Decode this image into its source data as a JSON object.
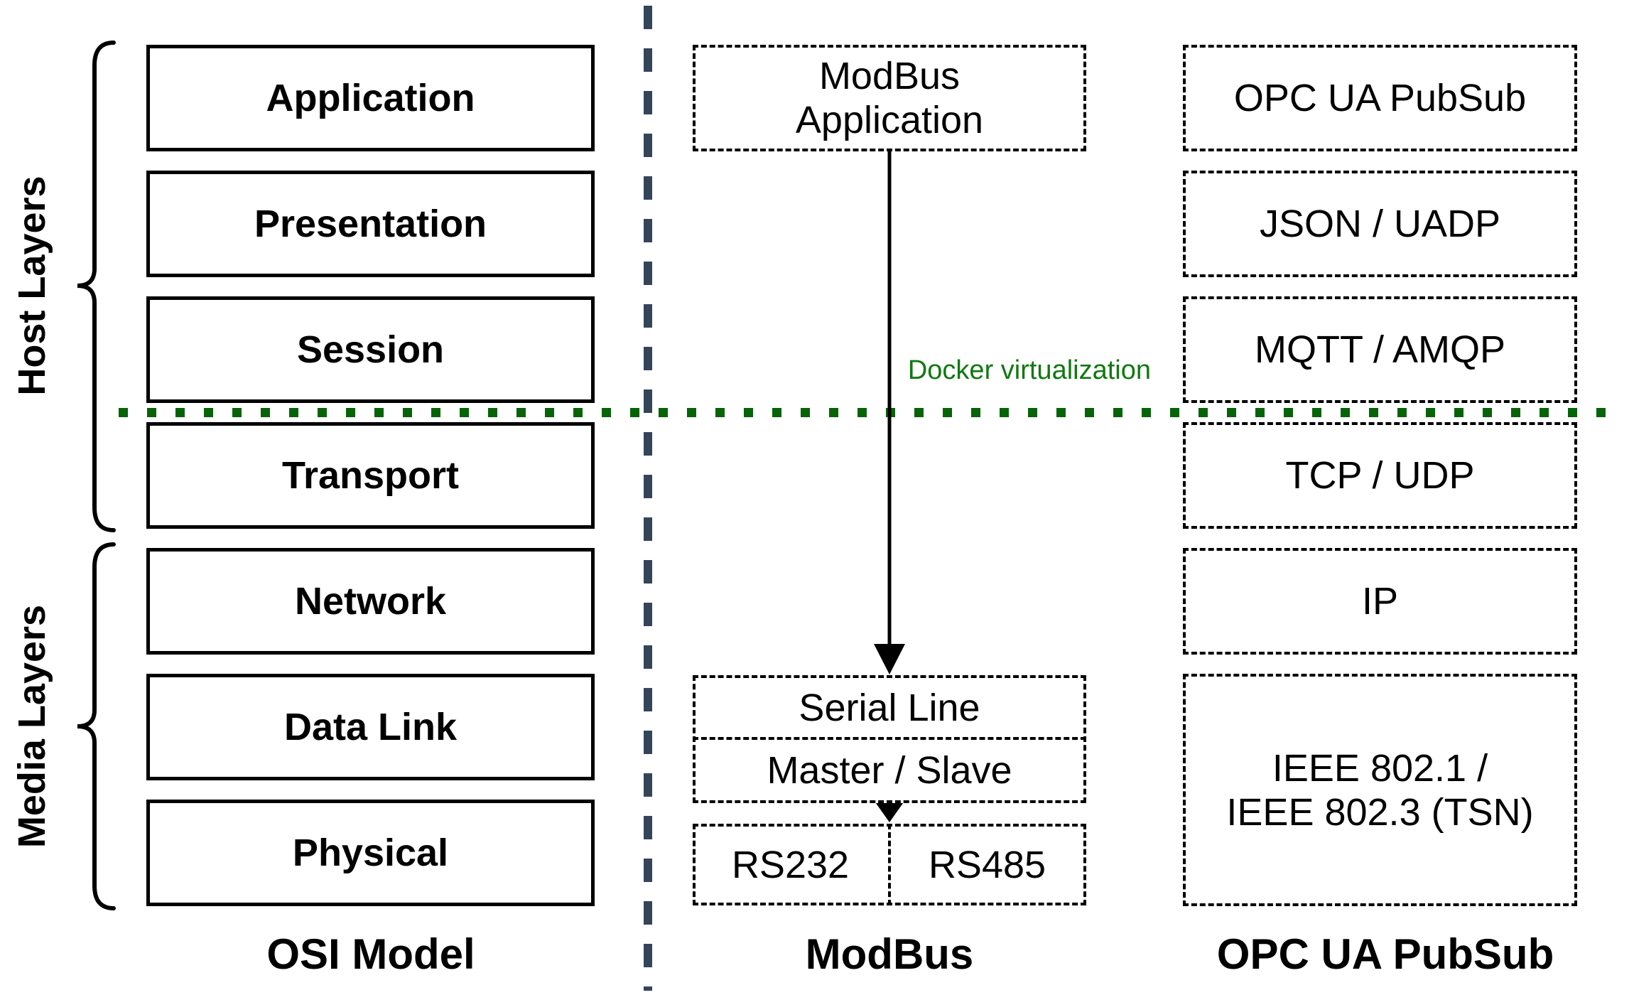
{
  "colors": {
    "divider": "#34455a",
    "dots": "#076307",
    "docker_text": "#117811",
    "stroke": "#000000"
  },
  "side_labels": {
    "host": "Host Layers",
    "media": "Media Layers"
  },
  "docker_label": "Docker virtualization",
  "columns": {
    "osi": {
      "label": "OSI Model",
      "layers": [
        "Application",
        "Presentation",
        "Session",
        "Transport",
        "Network",
        "Data Link",
        "Physical"
      ]
    },
    "modbus": {
      "label": "ModBus",
      "application": [
        "ModBus",
        "Application"
      ],
      "serial_line": "Serial Line",
      "master_slave": "Master / Slave",
      "rs232": "RS232",
      "rs485": "RS485"
    },
    "opcua": {
      "label": "OPC UA PubSub",
      "stack": [
        "OPC UA PubSub",
        "JSON / UADP",
        "MQTT / AMQP",
        "TCP / UDP",
        "IP"
      ],
      "ieee": [
        "IEEE 802.1 /",
        "IEEE 802.3 (TSN)"
      ]
    }
  }
}
